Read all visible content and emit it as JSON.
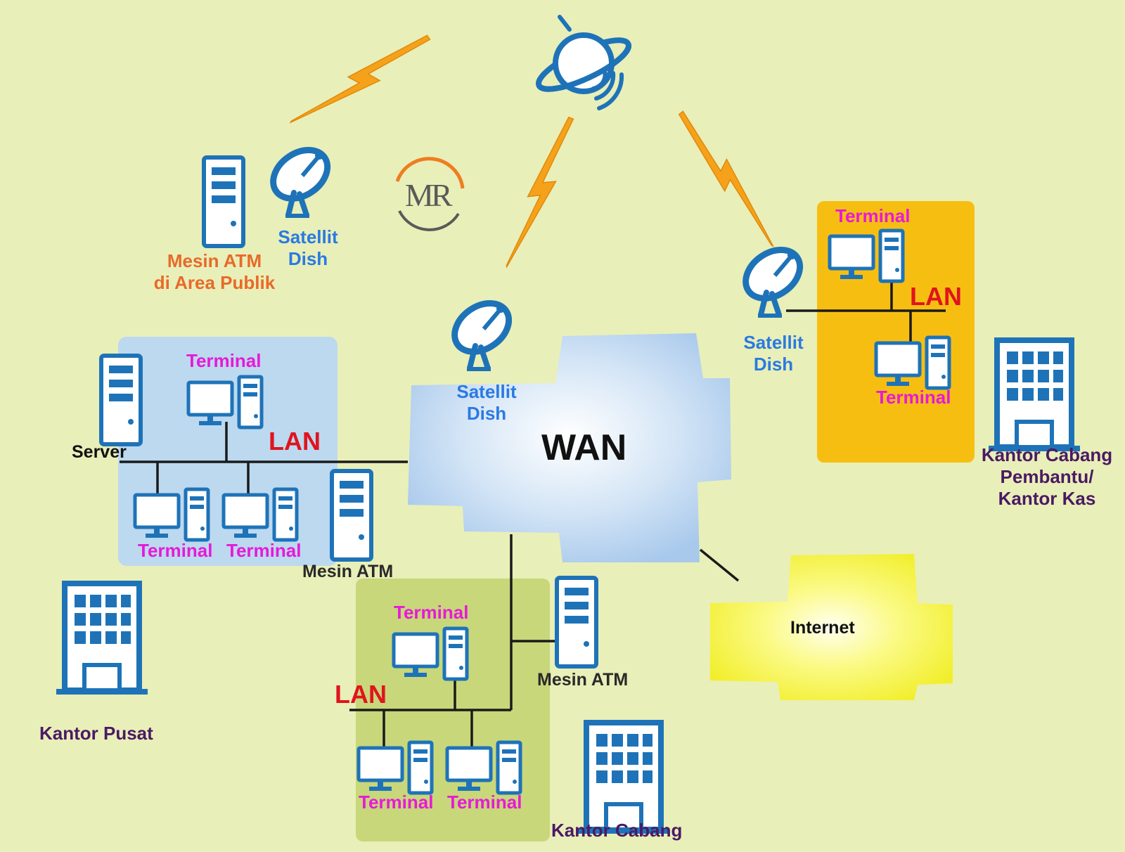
{
  "colors": {
    "background": "#e9efb8",
    "icon": "#1e73b8",
    "terminal_label": "#e61ad8",
    "lan_label": "#e0141e",
    "dish_label": "#2a7ae2",
    "atm_public_label": "#e86a2a",
    "office_label": "#4a1a64",
    "bolt": "#f5a21a",
    "wan_cloud": "#c6dcf2",
    "internet_cloud": "#f6f43a",
    "hq_lan_box": "#bcd9f0",
    "branch_lan_box": "#c8d77a",
    "sub_branch_lan_box": "#f7be12",
    "logo_ring": "#ef7d22",
    "logo_letters": "#5a5a5a"
  },
  "logo": {
    "text": "MR",
    "icon": "mr-logo-icon"
  },
  "satellite": {
    "icon": "satellite-icon"
  },
  "atm_public": {
    "label_line1": "Mesin ATM",
    "label_line2": "di Area Publik",
    "dish_line1": "Satellit",
    "dish_line2": "Dish"
  },
  "wan": {
    "label": "WAN",
    "dish_line1": "Satellit",
    "dish_line2": "Dish"
  },
  "kantor_pusat": {
    "server_label": "Server",
    "lan_label": "LAN",
    "terminal_top": "Terminal",
    "terminal_left": "Terminal",
    "terminal_right": "Terminal",
    "atm_label": "Mesin ATM",
    "office_label": "Kantor Pusat"
  },
  "kantor_cabang": {
    "lan_label": "LAN",
    "terminal_top": "Terminal",
    "terminal_left": "Terminal",
    "terminal_right": "Terminal",
    "atm_label": "Mesin ATM",
    "office_label": "Kantor Cabang"
  },
  "kantor_kas": {
    "dish_line1": "Satellit",
    "dish_line2": "Dish",
    "terminal_top": "Terminal",
    "terminal_bottom": "Terminal",
    "lan_label": "LAN",
    "office_line1": "Kantor Cabang",
    "office_line2": "Pembantu/",
    "office_line3": "Kantor Kas"
  },
  "internet": {
    "label": "Internet"
  },
  "icons": {
    "server": "server-icon",
    "terminal": "computer-terminal-icon",
    "dish": "satellite-dish-icon",
    "building": "office-building-icon",
    "bolt": "lightning-bolt-icon"
  }
}
